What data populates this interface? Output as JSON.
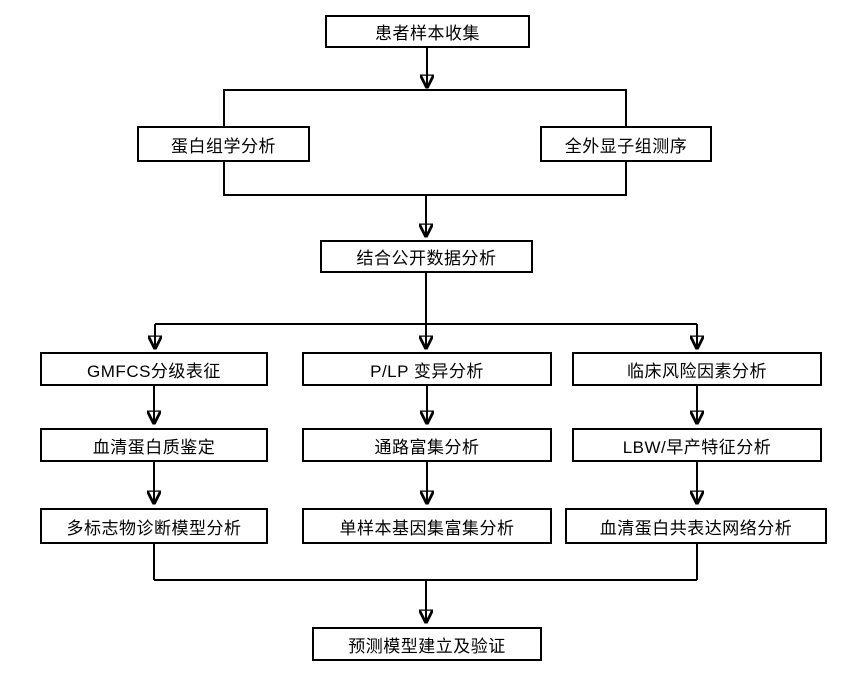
{
  "diagram": {
    "type": "flowchart",
    "background_color": "#ffffff",
    "line_color": "#000000",
    "box_fill": "#ffffff",
    "box_border_color": "#000000",
    "nodes": {
      "collect": {
        "label": "患者样本收集"
      },
      "proteomics": {
        "label": "蛋白组学分析"
      },
      "wes": {
        "label": "全外显子组测序"
      },
      "public_data": {
        "label": "结合公开数据分析"
      },
      "gmfcs": {
        "label": "GMFCS分级表征"
      },
      "plp": {
        "label": "P/LP 变异分析"
      },
      "clinical_risk": {
        "label": "临床风险因素分析"
      },
      "serum_protein_id": {
        "label": "血清蛋白质鉴定"
      },
      "pathway_enrich": {
        "label": "通路富集分析"
      },
      "lbw_preterm": {
        "label": "LBW/早产特征分析"
      },
      "multimarker_model": {
        "label": "多标志物诊断模型分析"
      },
      "ssgsea": {
        "label": "单样本基因集富集分析"
      },
      "coexpression": {
        "label": "血清蛋白共表达网络分析"
      },
      "prediction_model": {
        "label": "预测模型建立及验证"
      }
    },
    "edges": [
      [
        "collect",
        "proteomics"
      ],
      [
        "collect",
        "wes"
      ],
      [
        "proteomics",
        "public_data"
      ],
      [
        "wes",
        "public_data"
      ],
      [
        "public_data",
        "gmfcs"
      ],
      [
        "public_data",
        "plp"
      ],
      [
        "public_data",
        "clinical_risk"
      ],
      [
        "gmfcs",
        "serum_protein_id"
      ],
      [
        "plp",
        "pathway_enrich"
      ],
      [
        "clinical_risk",
        "lbw_preterm"
      ],
      [
        "serum_protein_id",
        "multimarker_model"
      ],
      [
        "pathway_enrich",
        "ssgsea"
      ],
      [
        "lbw_preterm",
        "coexpression"
      ],
      [
        "multimarker_model",
        "prediction_model"
      ],
      [
        "coexpression",
        "prediction_model"
      ]
    ]
  }
}
